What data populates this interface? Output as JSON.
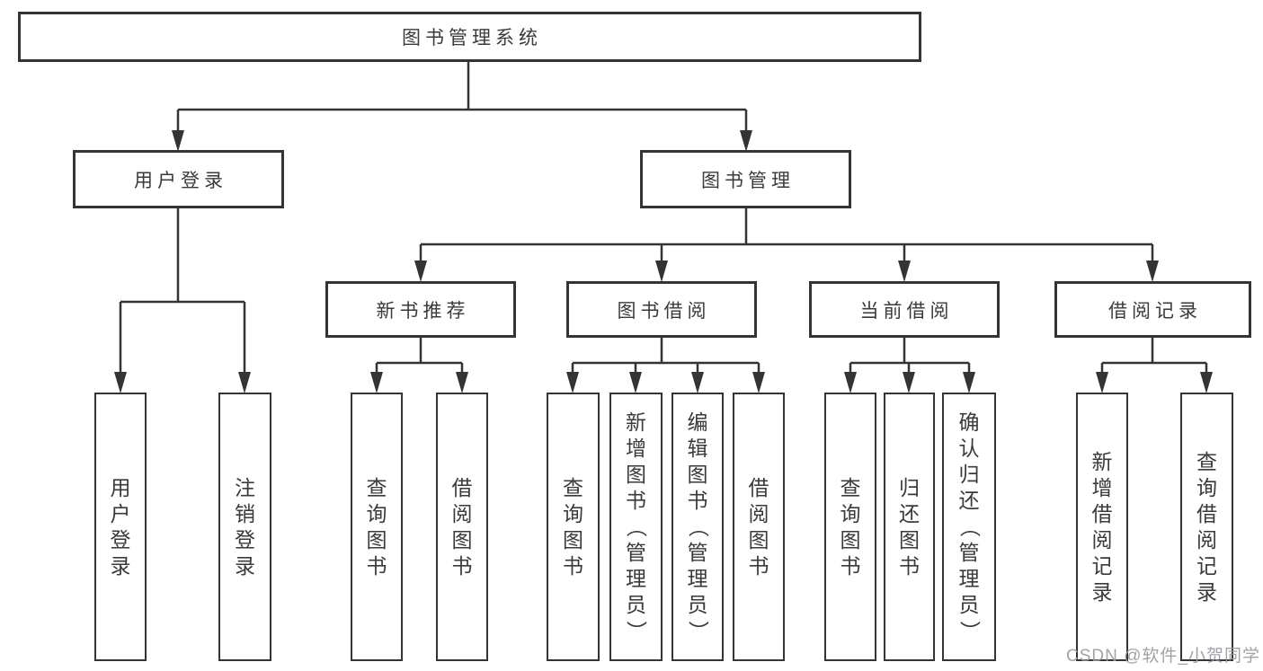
{
  "diagram_title": "图书管理系统",
  "tree": {
    "label": "图书管理系统",
    "children": [
      {
        "label": "用户登录",
        "children": [
          {
            "label": "用户登录"
          },
          {
            "label": "注销登录"
          }
        ]
      },
      {
        "label": "图书管理",
        "children": [
          {
            "label": "新书推荐",
            "children": [
              {
                "label": "查询图书"
              },
              {
                "label": "借阅图书"
              }
            ]
          },
          {
            "label": "图书借阅",
            "children": [
              {
                "label": "查询图书"
              },
              {
                "label": "新增图书（管理员）"
              },
              {
                "label": "编辑图书（管理员）"
              },
              {
                "label": "借阅图书"
              }
            ]
          },
          {
            "label": "当前借阅",
            "children": [
              {
                "label": "查询图书"
              },
              {
                "label": "归还图书"
              },
              {
                "label": "确认归还（管理员）"
              }
            ]
          },
          {
            "label": "借阅记录",
            "children": [
              {
                "label": "新增借阅记录"
              },
              {
                "label": "查询借阅记录"
              }
            ]
          }
        ]
      }
    ]
  },
  "watermark": "CSDN @软件_小贺同学",
  "colors": {
    "line": "#343434",
    "text": "#3a3a3a",
    "box_fill": "#ffffff",
    "watermark": "#96999e",
    "background": "#ffffff"
  }
}
